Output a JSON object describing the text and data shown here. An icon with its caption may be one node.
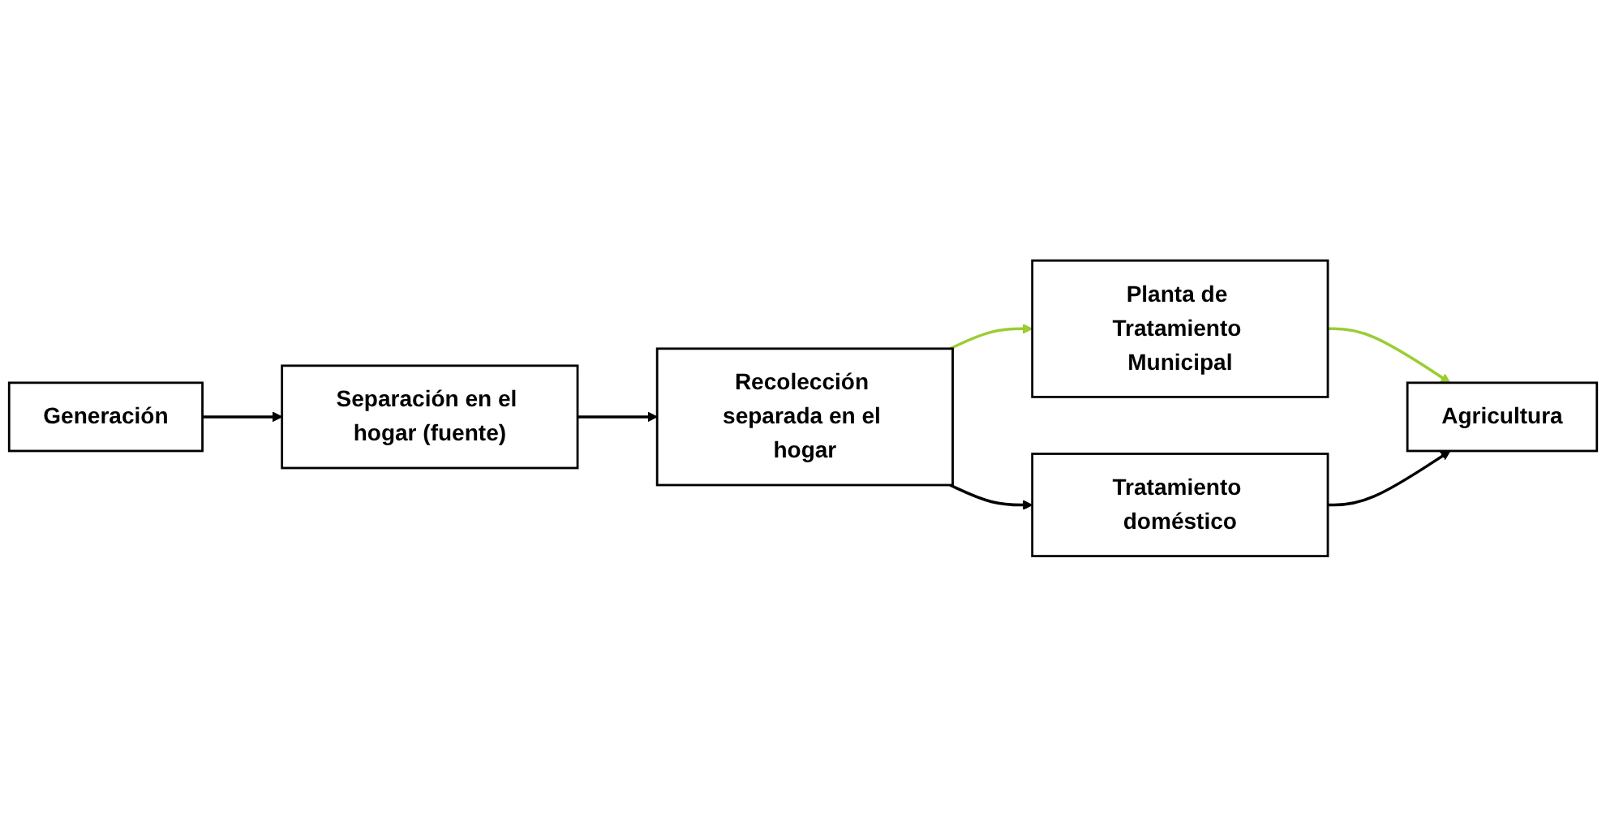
{
  "diagram": {
    "nodes": [
      {
        "text": [
          "Generación"
        ]
      },
      {
        "text": [
          "Separación en el hogar (fuente)"
        ]
      },
      {
        "text": [
          "Recolección separada en el hogar"
        ]
      },
      {
        "text": [
          "Planta de Tratamiento Municipal"
        ]
      },
      {
        "text": [
          "Tratamiento doméstico"
        ]
      },
      {
        "text": [
          "Agricultura"
        ]
      }
    ],
    "edges": [
      {
        "from": 0,
        "to": 1,
        "arrow": "to"
      },
      {
        "from": 1,
        "to": 2,
        "arrow": "to"
      },
      {
        "from": 2,
        "to": 3,
        "arrow": "to",
        "color": "#9acd32"
      },
      {
        "from": 3,
        "to": 5,
        "arrow": "to",
        "color": "#9acd32"
      },
      {
        "from": 2,
        "to": 4,
        "arrow": "to"
      },
      {
        "from": 4,
        "to": 5,
        "arrow": "to"
      }
    ]
  }
}
